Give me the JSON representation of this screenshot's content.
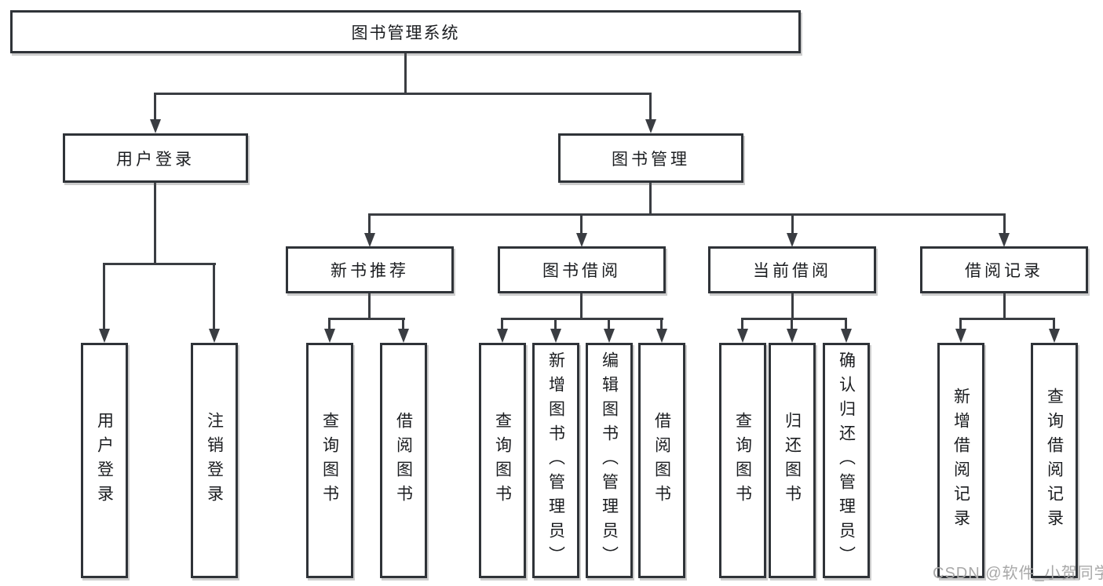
{
  "diagram": {
    "root": "图书管理系统",
    "branches": [
      {
        "label": "用户登录",
        "children": [
          "用户登录",
          "注销登录"
        ]
      },
      {
        "label": "图书管理",
        "groups": [
          {
            "label": "新书推荐",
            "children": [
              "查询图书",
              "借阅图书"
            ]
          },
          {
            "label": "图书借阅",
            "children": [
              "查询图书",
              "新增图书（管理员）",
              "编辑图书（管理员）",
              "借阅图书"
            ]
          },
          {
            "label": "当前借阅",
            "children": [
              "查询图书",
              "归还图书",
              "确认归还（管理员）"
            ]
          },
          {
            "label": "借阅记录",
            "children": [
              "新增借阅记录",
              "查询借阅记录"
            ]
          }
        ]
      }
    ]
  },
  "watermark": "CSDN @软件_小贺同学",
  "colors": {
    "line": "#3a3d42",
    "border": "#2f3338",
    "text": "#1b1d20",
    "watermark": "#a8a8a8",
    "background": "#ffffff"
  }
}
